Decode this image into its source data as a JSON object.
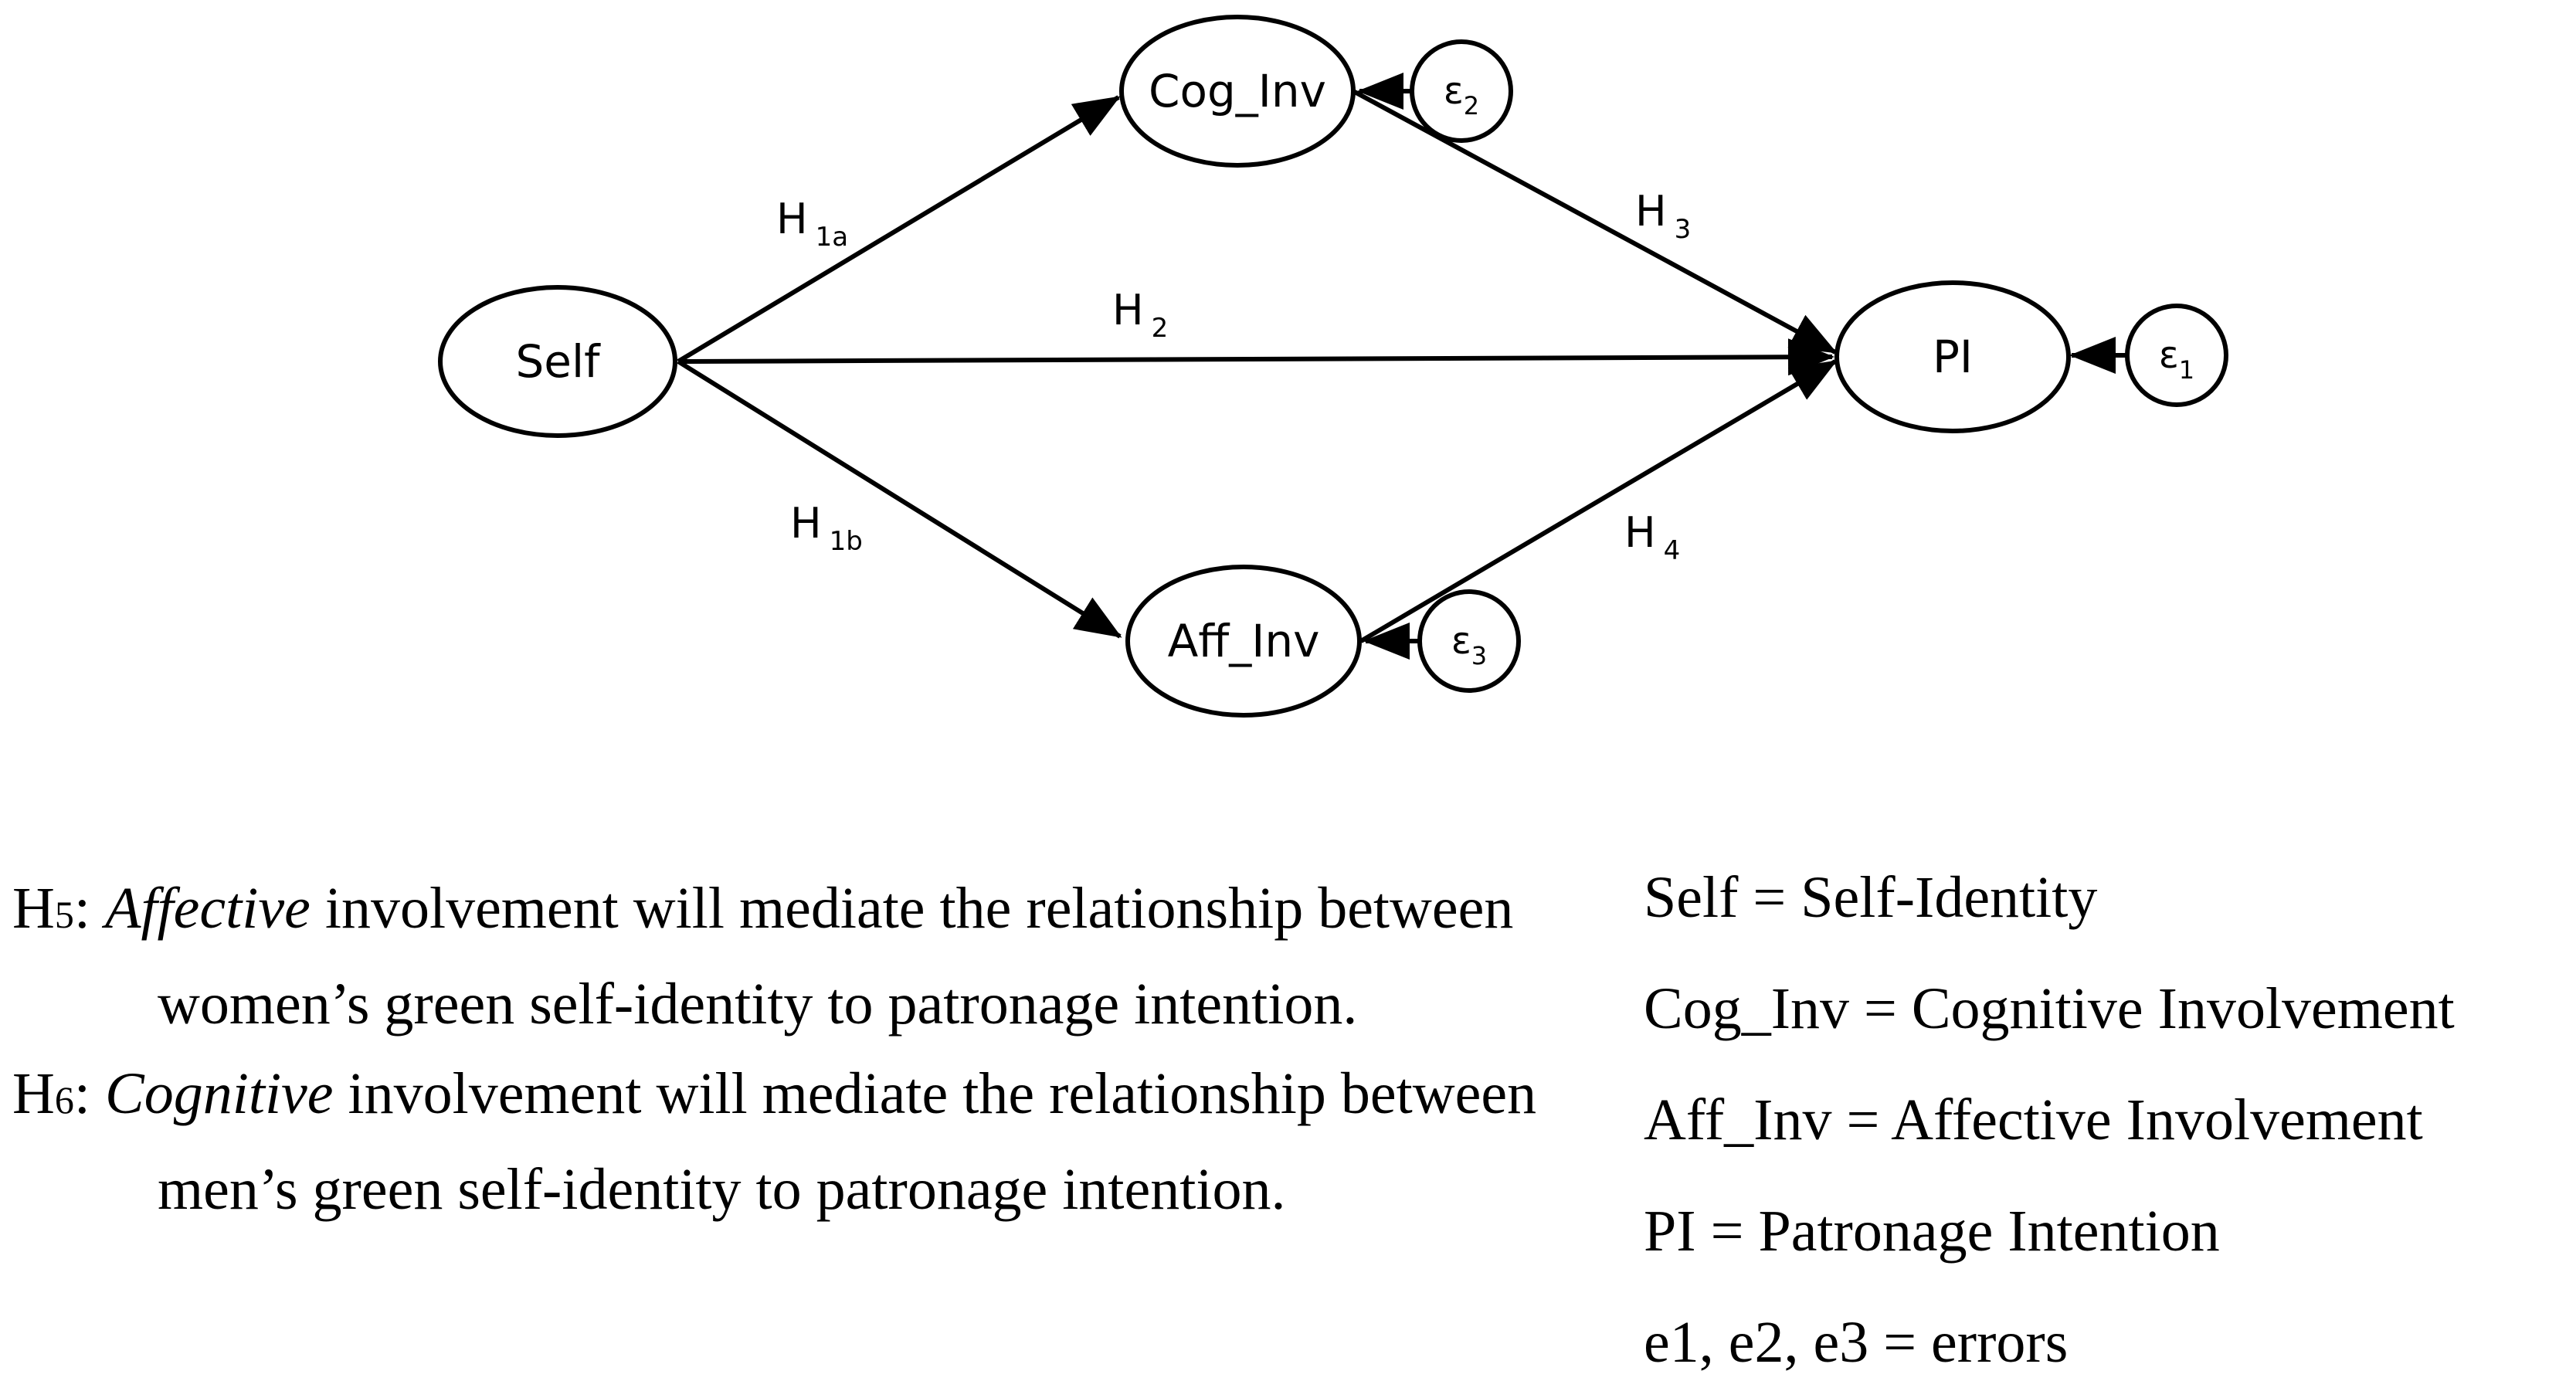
{
  "nodes": {
    "self": "Self",
    "cog_inv": "Cog_Inv",
    "aff_inv": "Aff_Inv",
    "pi": "PI"
  },
  "errors": {
    "e1": {
      "symbol": "ε",
      "index": "1"
    },
    "e2": {
      "symbol": "ε",
      "index": "2"
    },
    "e3": {
      "symbol": "ε",
      "index": "3"
    }
  },
  "paths": {
    "h1a": {
      "letter": "H",
      "index": "1a"
    },
    "h1b": {
      "letter": "H",
      "index": "1b"
    },
    "h2": {
      "letter": "H",
      "index": "2"
    },
    "h3": {
      "letter": "H",
      "index": "3"
    },
    "h4": {
      "letter": "H",
      "index": "4"
    }
  },
  "hypotheses": [
    {
      "letter": "H",
      "number": "5",
      "sep": ": ",
      "emphasis": "Affective",
      "text": " involvement will mediate the relationship between women’s green self-identity to patronage intention."
    },
    {
      "letter": "H",
      "number": "6",
      "sep": ": ",
      "emphasis": "Cognitive",
      "text": " involvement will mediate the relationship between men’s green self-identity to patronage intention."
    }
  ],
  "legend": [
    "Self = Self-Identity",
    "Cog_Inv = Cognitive Involvement",
    "Aff_Inv = Affective Involvement",
    "PI = Patronage Intention",
    "e1, e2, e3 = errors"
  ]
}
